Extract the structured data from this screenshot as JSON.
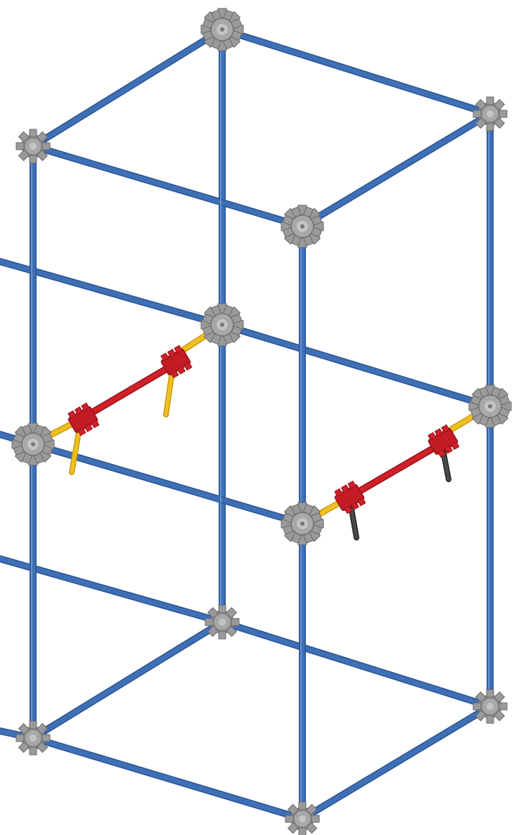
{
  "colors": {
    "background": "#ffffff",
    "rod_blue": "#3f6fb5",
    "rod_blue_dark": "#2a5594",
    "rod_blue_light": "#6f9bd6",
    "connector_gray": "#8e8e8e",
    "connector_gray_light": "#c4c4c4",
    "connector_gray_dark": "#5e5e5e",
    "rod_yellow": "#f0c020",
    "rod_yellow_dark": "#c99a10",
    "rod_red": "#d0202a",
    "rod_red_dark": "#951319",
    "clip_black": "#3a3a3a"
  },
  "icons": {
    "connector": "gray-hub-connector-icon",
    "rod": "blue-rod",
    "crossbar_rod": "red-rod",
    "short_rod": "yellow-rod",
    "clip": "red-clip-connector"
  }
}
